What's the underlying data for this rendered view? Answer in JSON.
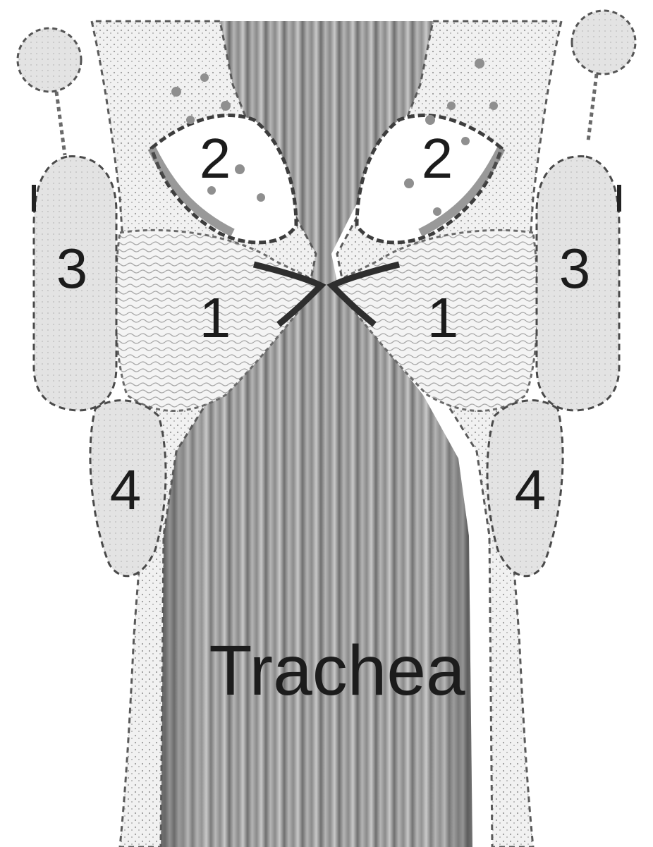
{
  "labels": {
    "left_1": "1",
    "right_1": "1",
    "left_2": "2",
    "right_2": "2",
    "left_3": "3",
    "right_3": "3",
    "left_4": "4",
    "right_4": "4",
    "trachea": "Trachea"
  }
}
